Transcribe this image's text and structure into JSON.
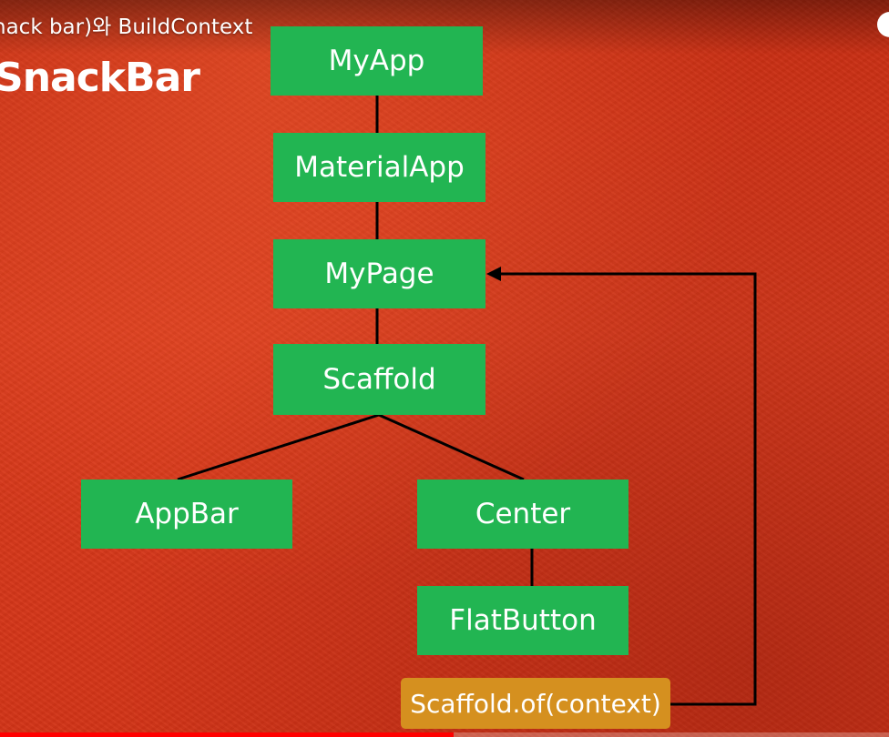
{
  "video": {
    "title": "nack bar)와 BuildContext",
    "progress_fraction": 0.51
  },
  "slide": {
    "heading": "SnackBar"
  },
  "diagram": {
    "nodes": {
      "my_app": "MyApp",
      "material_app": "MaterialApp",
      "my_page": "MyPage",
      "scaffold": "Scaffold",
      "app_bar": "AppBar",
      "center": "Center",
      "flat_button": "FlatButton",
      "scaffold_of": "Scaffold.of(context)"
    },
    "colors": {
      "node": "#22b552",
      "call_node": "#d5901f",
      "line": "#000000",
      "background": "#d23417"
    }
  }
}
